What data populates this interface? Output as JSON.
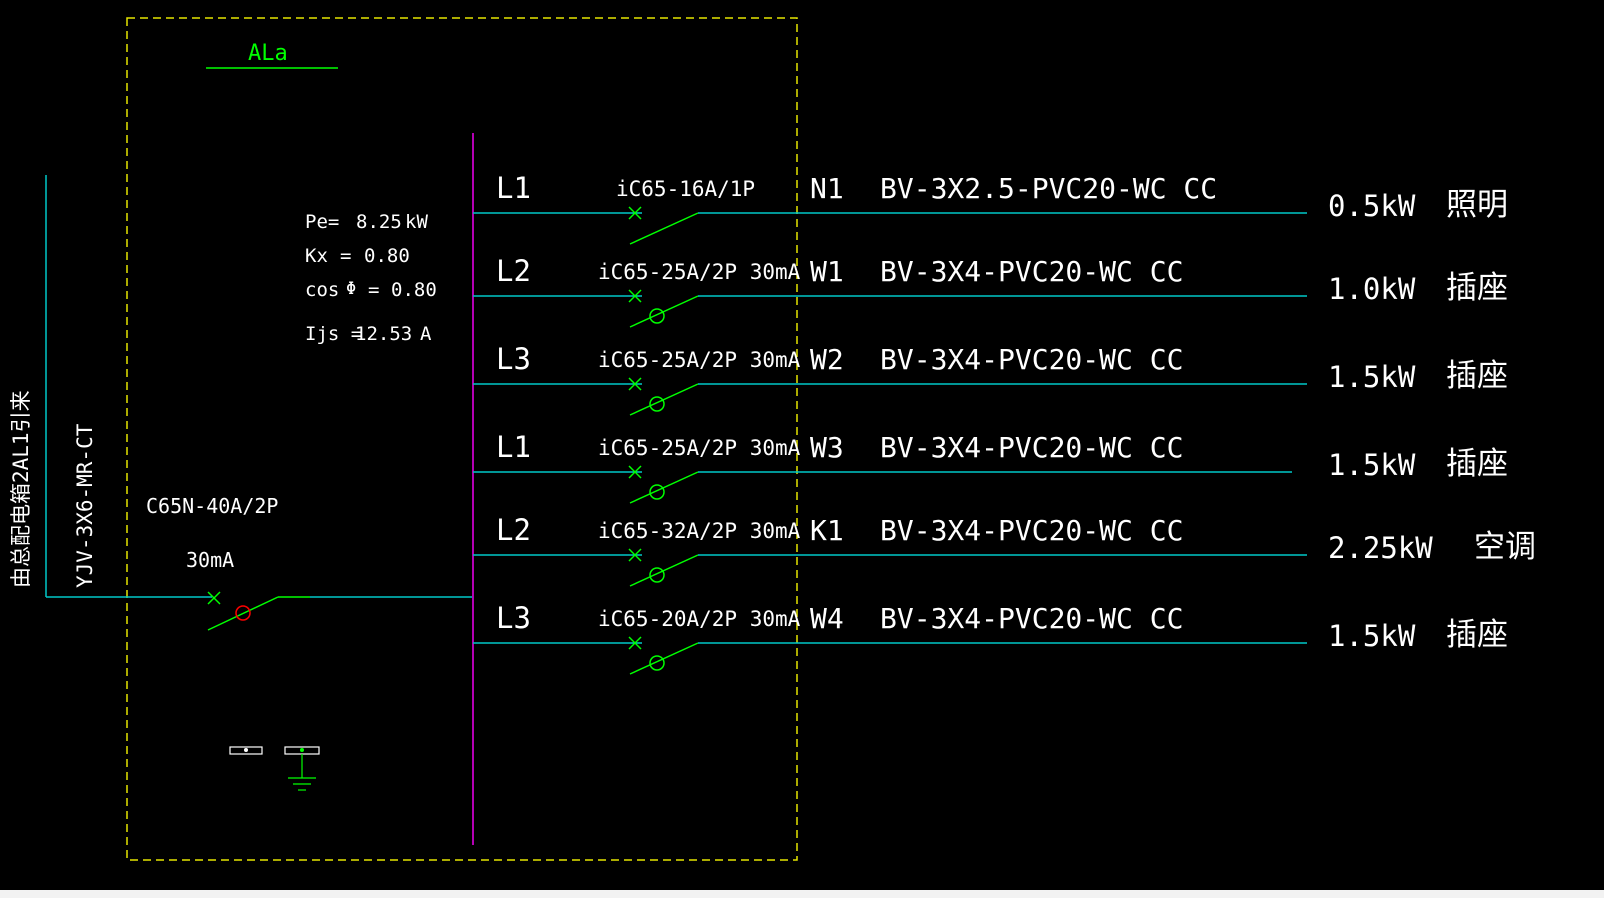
{
  "panel": {
    "name": "ALa",
    "params": {
      "pe_label": "Pe=",
      "pe_value": "8.25",
      "pe_unit": "kW",
      "kx_label": "Kx",
      "kx_eq": "=",
      "kx_value": "0.80",
      "cos_label": "cos",
      "cos_phi": "Φ",
      "cos_eq": "=",
      "cos_value": "0.80",
      "ijs_label": "Ijs =",
      "ijs_value": "12.53",
      "ijs_unit": "A"
    },
    "main_breaker": {
      "model": "C65N-40A/2P",
      "rcd": "30mA"
    },
    "incoming": {
      "cable": "YJV-3X6-MR-CT",
      "source": "由总配电箱2AL1引来"
    }
  },
  "circuits": [
    {
      "phase": "L1",
      "breaker": "iC65-16A/1P",
      "rcd": false,
      "id": "N1",
      "cable": "BV-3X2.5-PVC20-WC CC",
      "power": "0.5kW",
      "use": "照明"
    },
    {
      "phase": "L2",
      "breaker": "iC65-25A/2P 30mA",
      "rcd": true,
      "id": "W1",
      "cable": "BV-3X4-PVC20-WC CC",
      "power": "1.0kW",
      "use": "插座"
    },
    {
      "phase": "L3",
      "breaker": "iC65-25A/2P 30mA",
      "rcd": true,
      "id": "W2",
      "cable": "BV-3X4-PVC20-WC CC",
      "power": "1.5kW",
      "use": "插座"
    },
    {
      "phase": "L1",
      "breaker": "iC65-25A/2P 30mA",
      "rcd": true,
      "id": "W3",
      "cable": "BV-3X4-PVC20-WC CC",
      "power": "1.5kW",
      "use": "插座"
    },
    {
      "phase": "L2",
      "breaker": "iC65-32A/2P 30mA",
      "rcd": true,
      "id": "K1",
      "cable": "BV-3X4-PVC20-WC CC",
      "power": "2.25kW",
      "use": "空调"
    },
    {
      "phase": "L3",
      "breaker": "iC65-20A/2P 30mA",
      "rcd": true,
      "id": "W4",
      "cable": "BV-3X4-PVC20-WC CC",
      "power": "1.5kW",
      "use": "插座"
    }
  ],
  "colors": {
    "background": "#000000",
    "text": "#ffffff",
    "wire": "#00c8c8",
    "breaker": "#00ff00",
    "busbar": "#b400b4",
    "enclosure": "#e6e600",
    "main_rcd": "#ff0000",
    "title": "#00ff00"
  }
}
